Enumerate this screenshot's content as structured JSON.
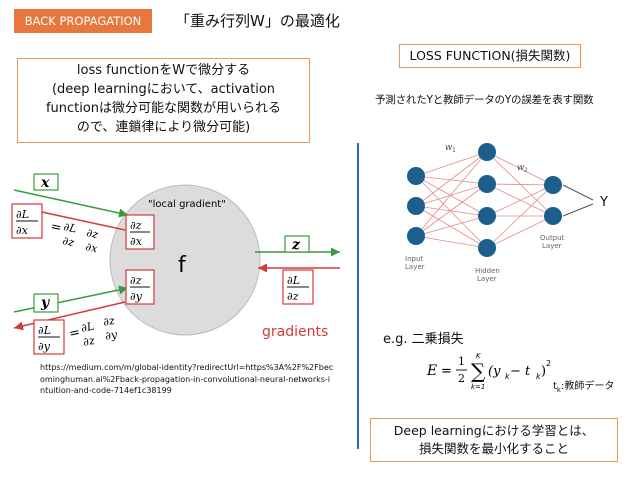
{
  "tag": "BACK PROPAGATION",
  "title": "「重み行列W」の最適化",
  "loss_title": "LOSS FUNCTION(損失関数)",
  "left_box": {
    "line1": "loss functionをWで微分する",
    "line2": "(deep learningにおいて、activation",
    "line3": "functionは微分可能な関数が用いられる",
    "line4": "ので、連鎖律により微分可能)"
  },
  "pred_text": "予測されたYと教師データのYの誤差を表す関数",
  "diagram": {
    "local_gradient": "\"local gradient\"",
    "f_label": "f",
    "x": "x",
    "y": "y",
    "z": "z",
    "dzdx": [
      "∂z",
      "∂x"
    ],
    "dzdy": [
      "∂z",
      "∂y"
    ],
    "dLdx": [
      "∂L",
      "∂x"
    ],
    "dLdy": [
      "∂L",
      "∂y"
    ],
    "dLdz": [
      "∂L",
      "∂z"
    ],
    "eq_x": [
      "=",
      "∂L",
      "∂z",
      "∂z",
      "∂x"
    ],
    "eq_y": [
      "=",
      "∂L",
      "∂z",
      "∂z",
      "∂y"
    ],
    "gradients": "gradients"
  },
  "nn": {
    "w1": "w",
    "w1_sub": "1",
    "w2": "w",
    "w2_sub": "2",
    "input_layer": [
      "Input",
      "Layer"
    ],
    "hidden_layer": [
      "Hidden",
      "Layer"
    ],
    "output_layer": [
      "Output",
      "Layer"
    ]
  },
  "y_label": "Y",
  "eg": "e.g.  二乗損失",
  "formula": {
    "lhs": "E",
    "eq": "=",
    "num": "1",
    "den": "2",
    "sum": "∑",
    "sum_top": "K",
    "sum_bottom": "k=1",
    "term": "(y",
    "k1": "k",
    "minus": " − t",
    "k2": "k",
    "close": ")",
    "sq": "2"
  },
  "tk_label": "t",
  "tk_sub": "k",
  "tk_rest": ":教師データ",
  "url": "https://medium.com/m/global-identity?redirectUrl=https%3A%2F%2Fbecominghuman.ai%2Fback-propagation-in-convolutional-neural-networks-intuition-and-code-714ef1c38199",
  "deep_box": {
    "line1": "Deep learningにおける学習とは、",
    "line2": "損失関数を最小化すること"
  },
  "colors": {
    "accent_orange": "#e7773c",
    "box_border": "#e79a5a",
    "divider_blue": "#2e6cc3",
    "forward_green": "#3a9a3a",
    "backward_red": "#d63a3a",
    "node_blue": "#1c5f8f",
    "edge_red": "#e58a8a"
  }
}
